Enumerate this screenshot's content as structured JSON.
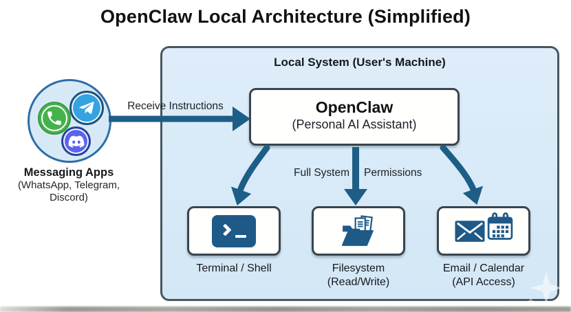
{
  "title": "OpenClaw Local Architecture (Simplified)",
  "local_system": {
    "label": "Local System (User's Machine)"
  },
  "messaging": {
    "title": "Messaging Apps",
    "subtitle_line1": "(WhatsApp, Telegram,",
    "subtitle_line2": "Discord)",
    "icons": [
      "whatsapp-icon",
      "telegram-icon",
      "discord-icon"
    ]
  },
  "flows": {
    "receive_instructions": "Receive Instructions",
    "full_system": "Full System",
    "permissions": "Permissions"
  },
  "openclaw": {
    "title": "OpenClaw",
    "subtitle": "(Personal AI Assistant)"
  },
  "targets": [
    {
      "icon": "terminal-icon",
      "label_line1": "Terminal / Shell",
      "label_line2": ""
    },
    {
      "icon": "filesystem-icon",
      "label_line1": "Filesystem",
      "label_line2": "(Read/Write)"
    },
    {
      "icon": "email-calendar-icon",
      "label_line1": "Email / Calendar",
      "label_line2": "(API Access)"
    }
  ],
  "colors": {
    "arrow": "#1d5e86",
    "panel_fill": "#d8eaf8",
    "panel_border": "#47565f",
    "node_border": "#3a444c",
    "icon_blue": "#1e5a87",
    "whatsapp_green": "#45b34c",
    "telegram_blue": "#34a3e0",
    "discord_indigo": "#5a64f0"
  }
}
